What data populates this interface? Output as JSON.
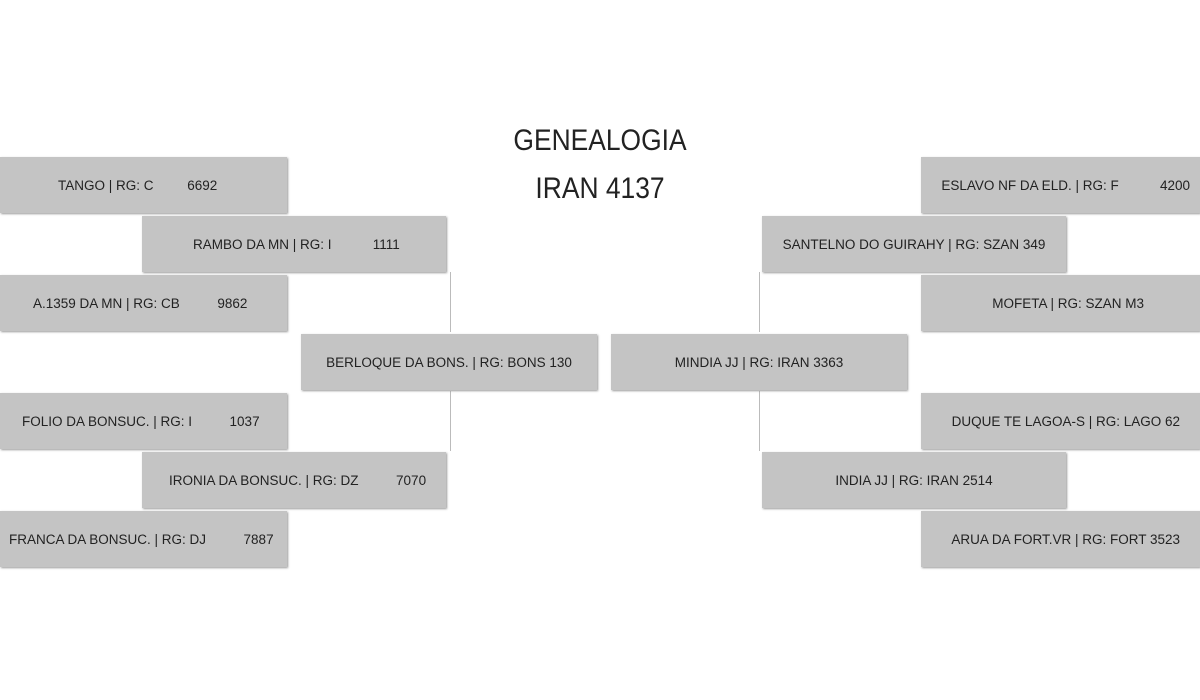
{
  "title": {
    "line1": "GENEALOGIA",
    "line2": "IRAN 4137"
  },
  "left": {
    "ggg1": "TANGO | RG: C         6692",
    "gg1": "RAMBO DA MN | RG: I           1111",
    "ggg2": "A.1359 DA MN | RG: CB          9862",
    "parent": "BERLOQUE DA BONS. | RG: BONS 130",
    "ggg3": "FOLIO DA BONSUC. | RG: I          1037",
    "gg2": "IRONIA DA BONSUC. | RG: DZ          7070",
    "ggg4": "FRANCA DA BONSUC. | RG: DJ          7887"
  },
  "right": {
    "ggg1": "ESLAVO NF DA ELD. | RG: F           4200",
    "gg1": "SANTELNO DO GUIRAHY | RG: SZAN 349",
    "ggg2": "MOFETA | RG: SZAN M3",
    "parent": "MINDIA JJ | RG: IRAN 3363",
    "ggg3": "DUQUE TE LAGOA-S | RG: LAGO 62",
    "gg2": "INDIA JJ | RG: IRAN 2514",
    "ggg4": "ARUA DA FORT.VR | RG: FORT 3523"
  },
  "colors": {
    "box": "#c4c4c4",
    "text": "#222222",
    "connector": "#bbbbbb"
  }
}
